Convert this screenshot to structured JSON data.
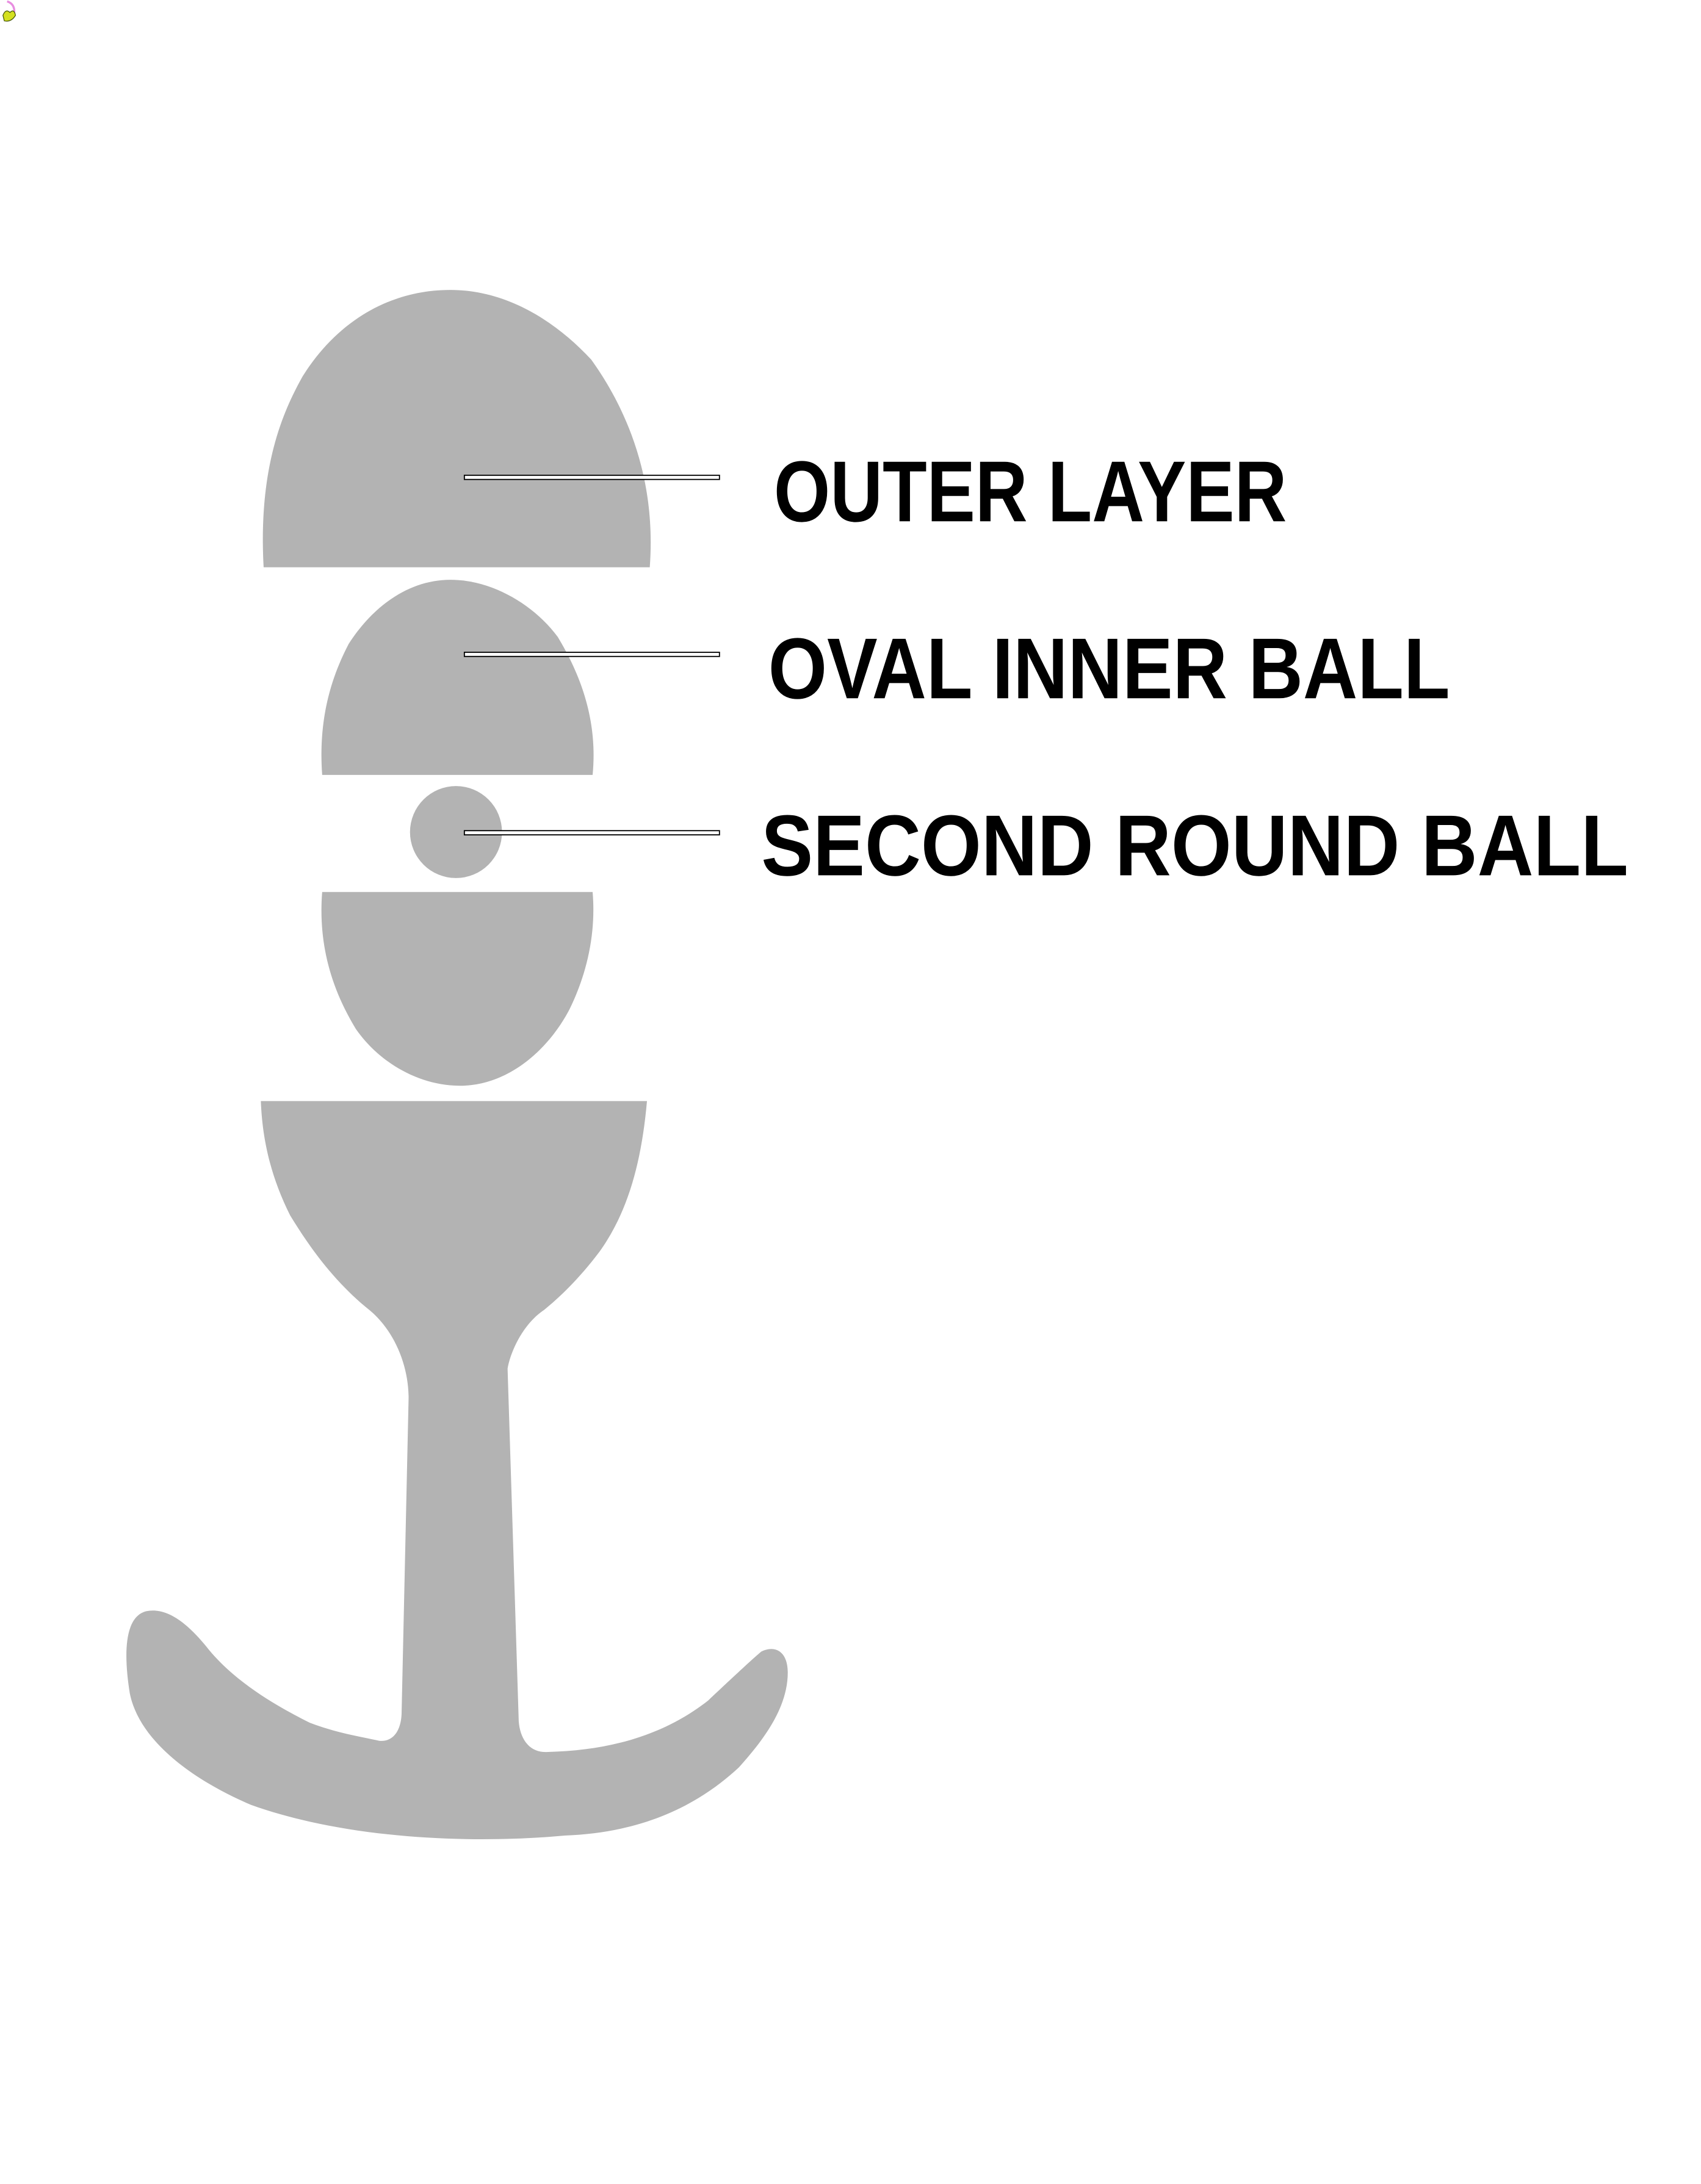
{
  "diagram": {
    "labels": {
      "outer_layer": "OUTER LAYER",
      "oval_inner_ball": "OVAL INNER BALL",
      "second_round_ball": "SECOND ROUND BALL"
    },
    "colors": {
      "part_fill": "#b3b3b3",
      "label_text": "#000000",
      "background": "#ffffff"
    },
    "icons": {
      "corner_icon": "banana-icon"
    }
  }
}
